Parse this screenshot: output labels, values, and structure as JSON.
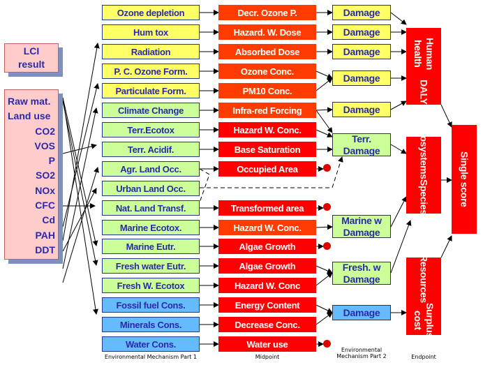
{
  "lci": {
    "title_line1": "LCI",
    "title_line2": "result",
    "items": [
      "Raw mat.",
      "Land use",
      "CO2",
      "VOS",
      "P",
      "SO2",
      "NOx",
      "CFC",
      "Cd",
      "PAH",
      "DDT"
    ]
  },
  "categories": [
    "Ozone depletion",
    "Hum tox",
    "Radiation",
    "P. C. Ozone Form.",
    "Particulate Form.",
    "Climate Change",
    "Terr.Ecotox",
    "Terr. Acidif.",
    "Agr. Land Occ.",
    "Urban Land Occ.",
    "Nat. Land Transf.",
    "Marine Ecotox.",
    "Marine Eutr.",
    "Fresh water Eutr.",
    "Fresh W. Ecotox",
    "Fossil fuel Cons.",
    "Minerals Cons.",
    "Water Cons."
  ],
  "midpoints": [
    "Decr. Ozone P.",
    "Hazard. W. Dose",
    "Absorbed Dose",
    "Ozone Conc.",
    "PM10 Conc.",
    "Infra-red Forcing",
    "Hazard W. Conc.",
    "Base Saturation",
    "Occupied Area",
    "Transformed area",
    "Hazard W. Conc.",
    "Algae Growth",
    "Algae Growth",
    "Hazard W. Conc",
    "Energy Content",
    "Decrease Conc.",
    "Water use"
  ],
  "damages": {
    "d1": "Damage",
    "d2": "Damage",
    "d3": "Damage",
    "d4": "Damage",
    "d5": "Damage",
    "terr_1": "Terr.",
    "terr_2": "Damage",
    "marine_1": "Marine w",
    "marine_2": "Damage",
    "fresh_1": "Fresh. w",
    "fresh_2": "Damage",
    "d_res": "Damage"
  },
  "endpoints": {
    "human_1": "Human health",
    "human_2": "DALY",
    "eco_1": "Ecosystems",
    "eco_2": "Species.yr",
    "res_1": "Resources",
    "res_2": "Surplus cost",
    "single": "Single score"
  },
  "labels": {
    "mech1": "Environmental Mechanism Part 1",
    "midpoint": "Midpoint",
    "mech2_1": "Environmental",
    "mech2_2": "Mechanism Part 2",
    "endpoint": "Endpoint"
  }
}
